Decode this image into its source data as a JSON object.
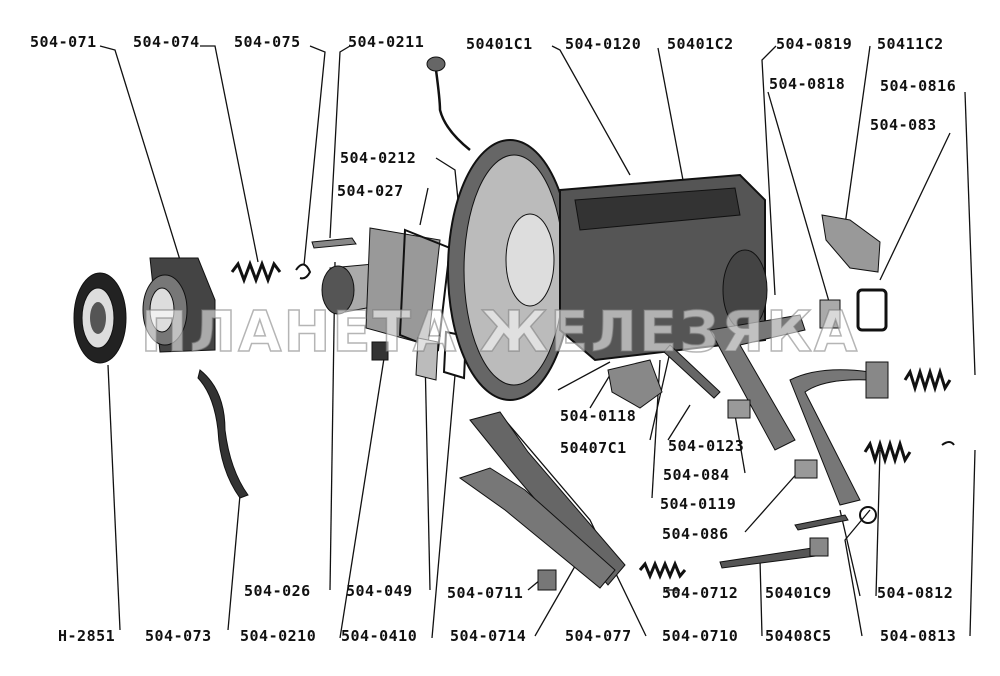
{
  "labels": {
    "l504_071": "504-071",
    "l504_074": "504-074",
    "l504_075": "504-075",
    "l504_0211": "504-0211",
    "l50401C1": "50401C1",
    "l504_0120": "504-0120",
    "l50401C2": "50401C2",
    "l504_0819": "504-0819",
    "l50411C2": "50411C2",
    "l504_0818": "504-0818",
    "l504_0816": "504-0816",
    "l504_083": "504-083",
    "l504_0212": "504-0212",
    "l504_027": "504-027",
    "l504_0118": "504-0118",
    "l50407C1": "50407C1",
    "l504_0123": "504-0123",
    "l504_084": "504-084",
    "l504_0119": "504-0119",
    "l504_086": "504-086",
    "l504_026": "504-026",
    "l504_049": "504-049",
    "l504_0711": "504-0711",
    "l504_0712": "504-0712",
    "l50401C9": "50401C9",
    "l504_0812": "504-0812",
    "lH_2851": "H-2851",
    "l504_073": "504-073",
    "l504_0210": "504-0210",
    "l504_0410": "504-0410",
    "l504_0714": "504-0714",
    "l504_077": "504-077",
    "l504_0710": "504-0710",
    "l50408C5": "50408C5",
    "l504_0813": "504-0813"
  },
  "watermark": "ПЛАНЕТА ЖЕЛЕЗЯКА"
}
